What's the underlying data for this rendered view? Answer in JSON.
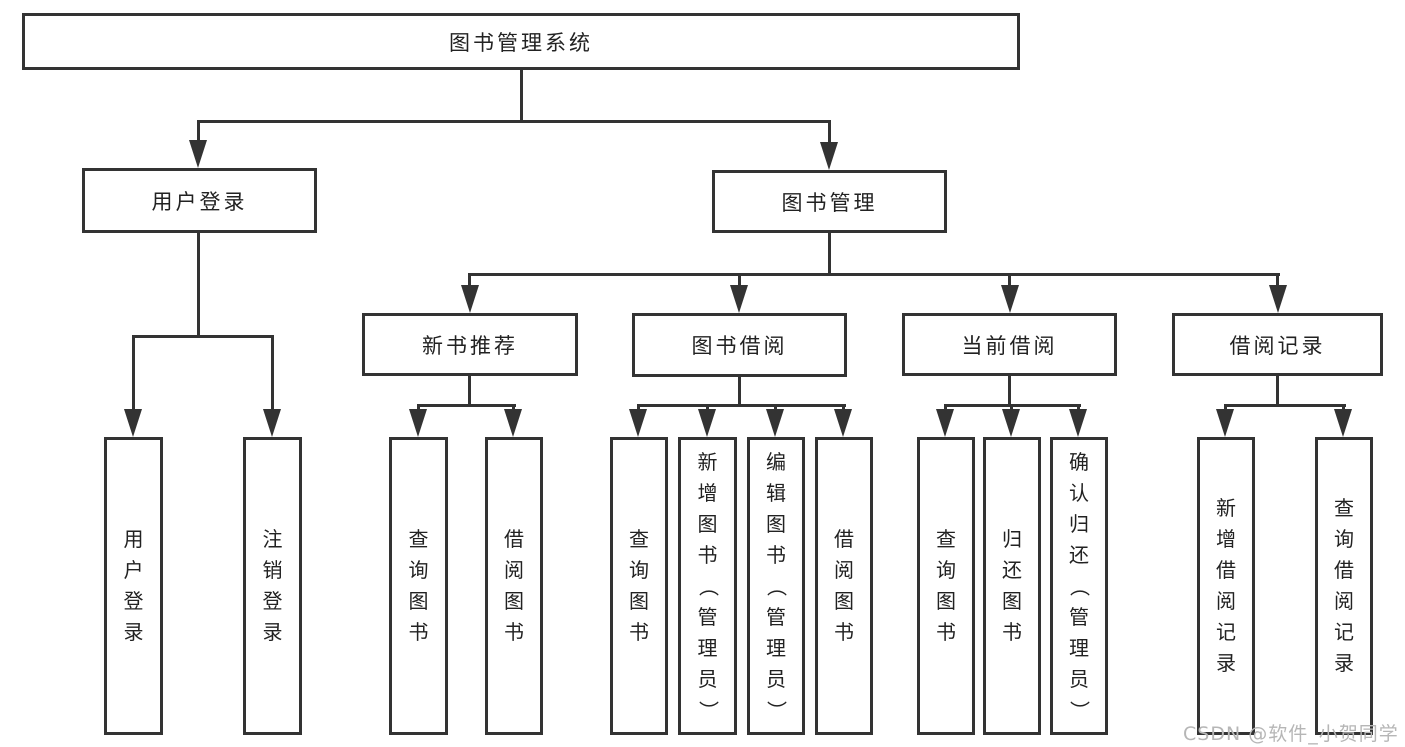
{
  "diagram": {
    "root": {
      "label": "图书管理系统"
    },
    "level2": [
      {
        "id": "user-login",
        "label": "用户登录",
        "parent": "图书管理系统"
      },
      {
        "id": "book-management",
        "label": "图书管理",
        "parent": "图书管理系统"
      }
    ],
    "level3": [
      {
        "id": "new-book-recommendation",
        "label": "新书推荐",
        "parent": "图书管理"
      },
      {
        "id": "book-borrowing",
        "label": "图书借阅",
        "parent": "图书管理"
      },
      {
        "id": "current-borrowing",
        "label": "当前借阅",
        "parent": "图书管理"
      },
      {
        "id": "borrowing-records",
        "label": "借阅记录",
        "parent": "图书管理"
      }
    ],
    "leaves": [
      {
        "label": "用户登录",
        "parent": "用户登录"
      },
      {
        "label": "注销登录",
        "parent": "用户登录"
      },
      {
        "label": "查询图书",
        "parent": "新书推荐"
      },
      {
        "label": "借阅图书",
        "parent": "新书推荐"
      },
      {
        "label": "查询图书",
        "parent": "图书借阅"
      },
      {
        "label": "新增图书（管理员）",
        "parent": "图书借阅"
      },
      {
        "label": "编辑图书（管理员）",
        "parent": "图书借阅"
      },
      {
        "label": "借阅图书",
        "parent": "图书借阅"
      },
      {
        "label": "查询图书",
        "parent": "当前借阅"
      },
      {
        "label": "归还图书",
        "parent": "当前借阅"
      },
      {
        "label": "确认归还（管理员）",
        "parent": "当前借阅"
      },
      {
        "label": "新增借阅记录",
        "parent": "借阅记录"
      },
      {
        "label": "查询借阅记录",
        "parent": "借阅记录"
      }
    ]
  },
  "watermark": {
    "text": "CSDN @软件_小贺同学"
  },
  "colors": {
    "line": "#333333",
    "text": "#222222",
    "background": "#ffffff",
    "watermark": "#b6b6b6"
  }
}
